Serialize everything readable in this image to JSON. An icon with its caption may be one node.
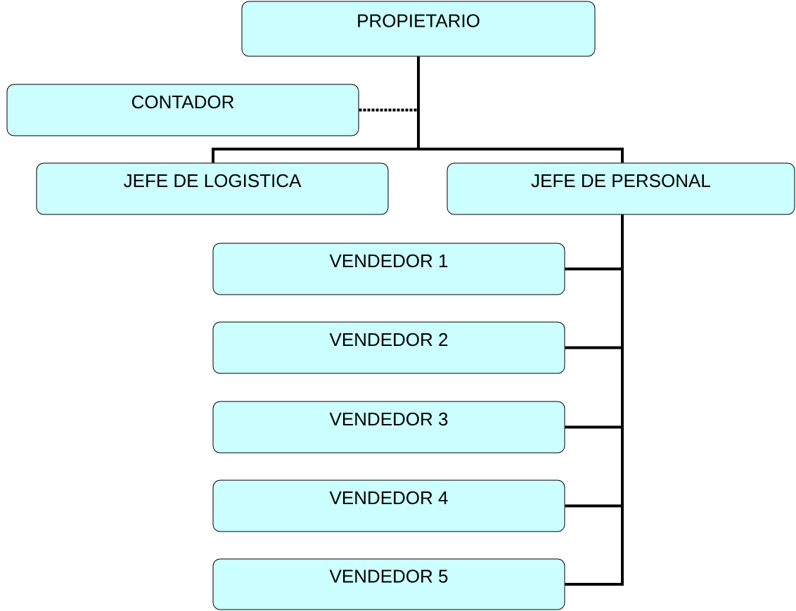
{
  "diagram": {
    "nodes": [
      {
        "text": [
          "PROPIETARIO"
        ]
      },
      {
        "text": [
          "CONTADOR"
        ]
      },
      {
        "text": [
          "JEFE DE LOGISTICA"
        ]
      },
      {
        "text": [
          "JEFE DE PERSONAL"
        ]
      },
      {
        "text": [
          "VENDEDOR 1"
        ]
      },
      {
        "text": [
          "VENDEDOR 2"
        ]
      },
      {
        "text": [
          "VENDEDOR 3"
        ]
      },
      {
        "text": [
          "VENDEDOR 4"
        ]
      },
      {
        "text": [
          "VENDEDOR 5"
        ]
      }
    ],
    "edges": [
      {
        "from": 1,
        "to": 0,
        "arrow": "none",
        "style": "dashed"
      },
      {
        "from": 0,
        "to": 2,
        "arrow": "none"
      },
      {
        "from": 0,
        "to": 3,
        "arrow": "none"
      },
      {
        "from": 3,
        "to": 4,
        "arrow": "none"
      },
      {
        "from": 3,
        "to": 5,
        "arrow": "none"
      },
      {
        "from": 3,
        "to": 6,
        "arrow": "none"
      },
      {
        "from": 3,
        "to": 7,
        "arrow": "none"
      },
      {
        "from": 3,
        "to": 8,
        "arrow": "none"
      }
    ]
  }
}
